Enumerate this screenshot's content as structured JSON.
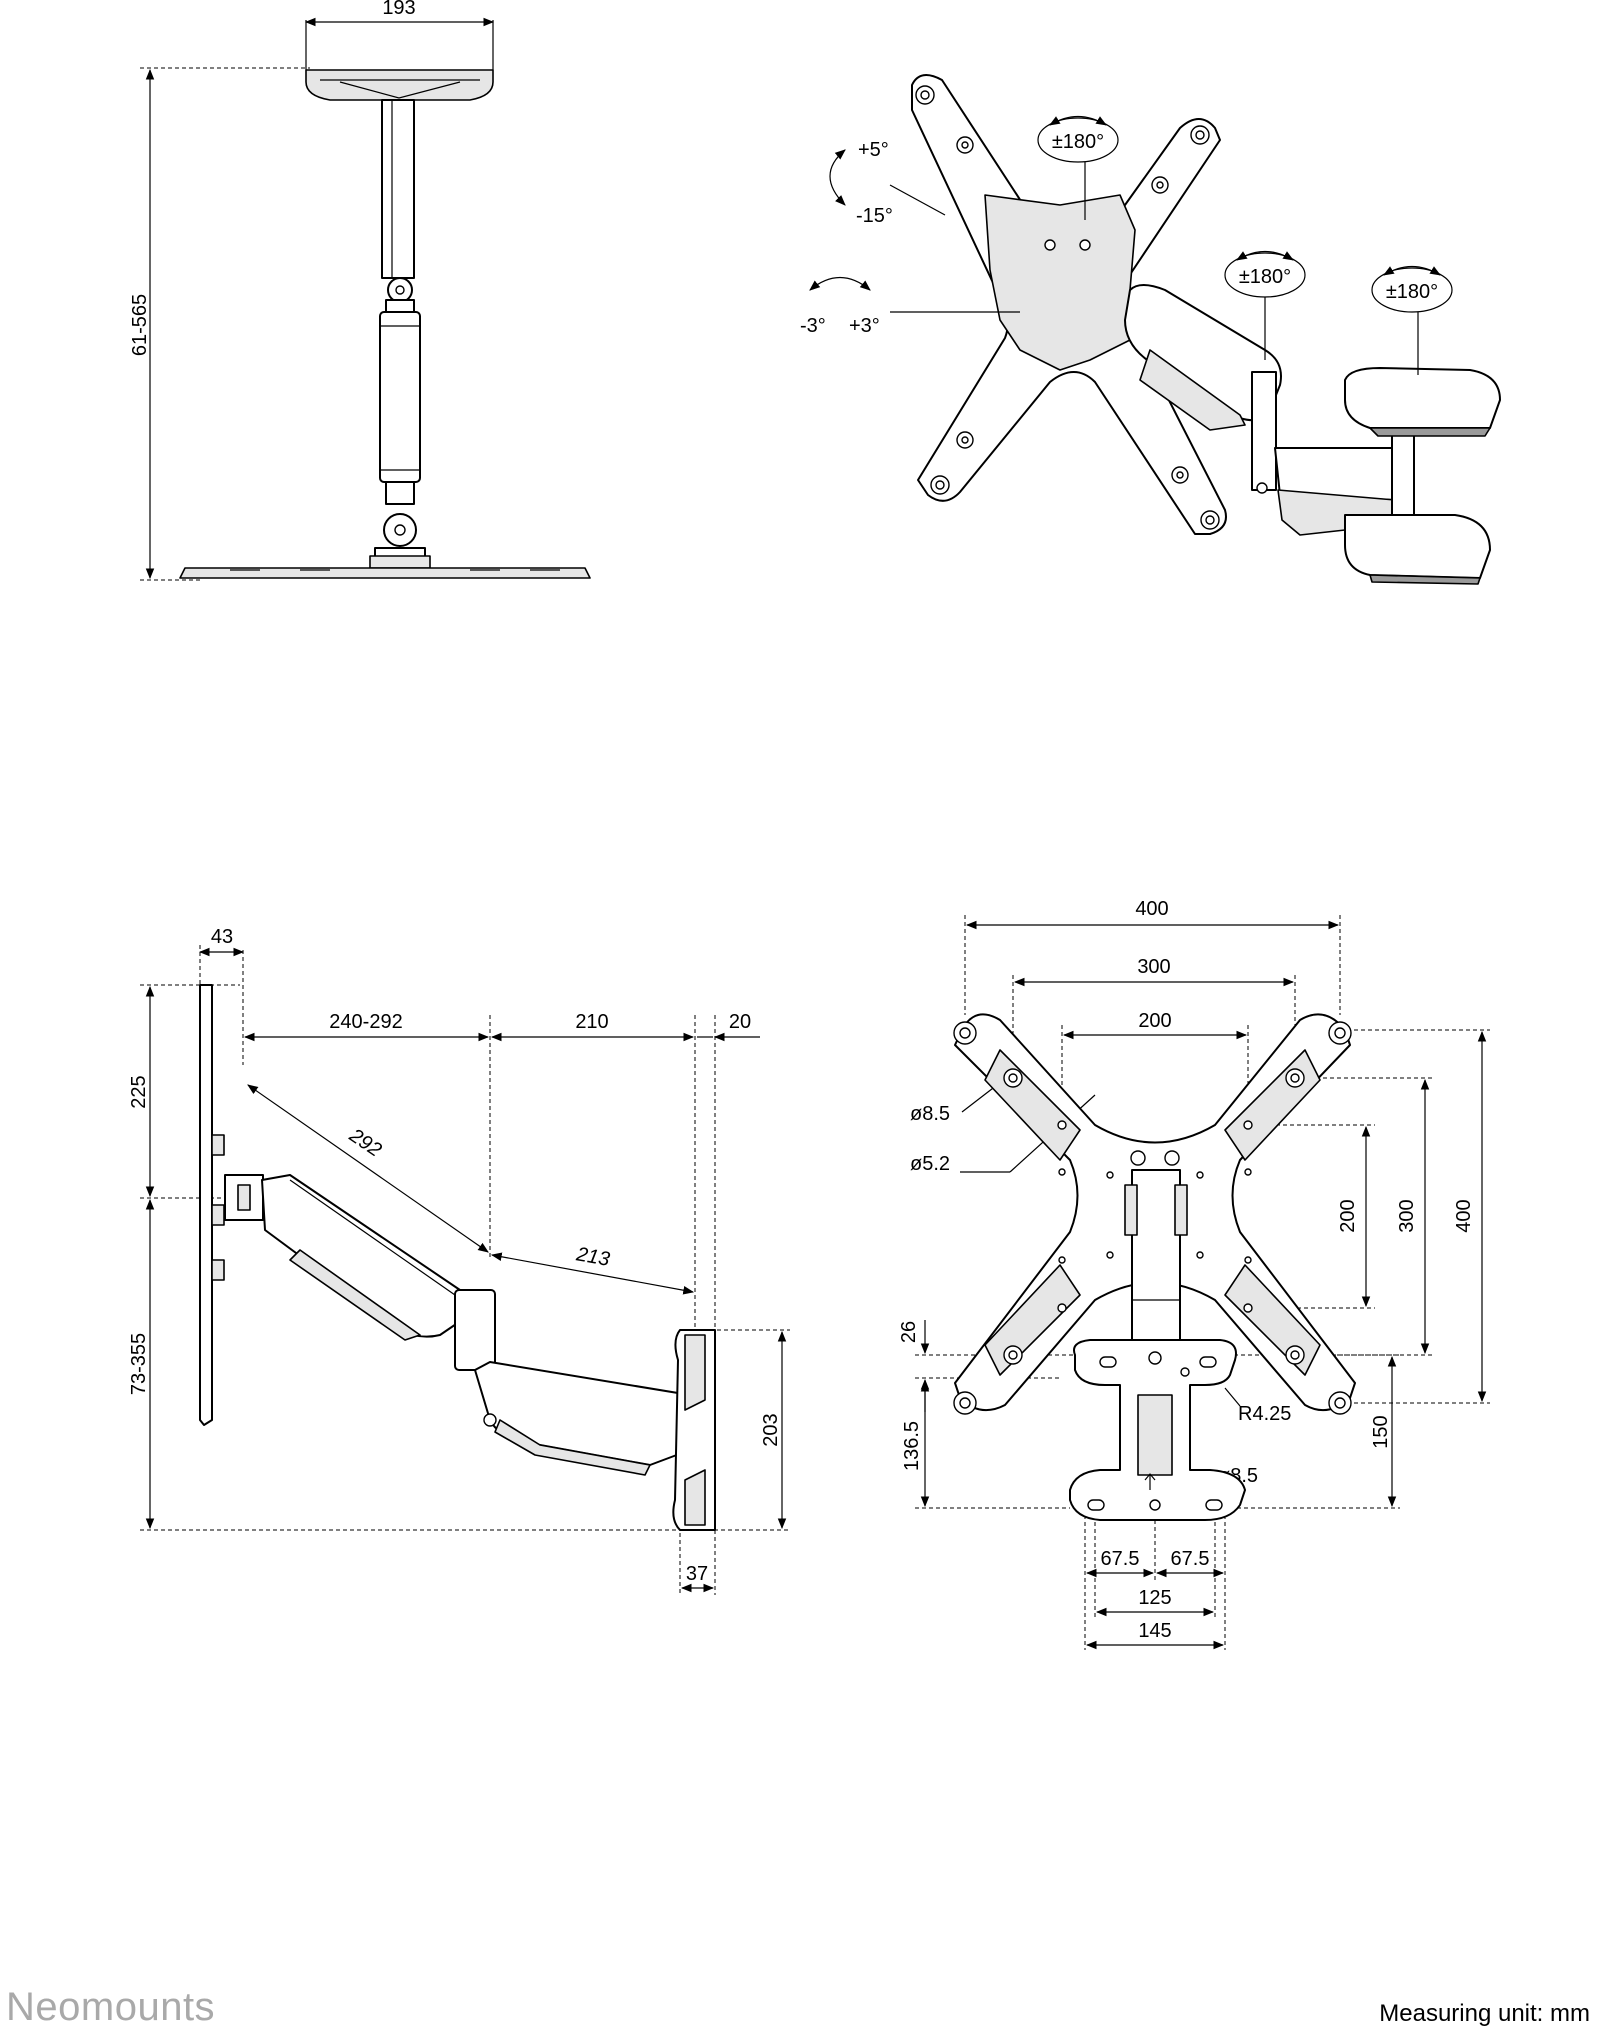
{
  "footer": {
    "brand": "Neomounts",
    "unit_note": "Measuring unit: mm"
  },
  "views": {
    "top_view": {
      "width": "193",
      "height_range": "61-565"
    },
    "perspective_view": {
      "tilt_up": "+5°",
      "tilt_down": "-15°",
      "rotate_left": "-3°",
      "rotate_right": "+3°",
      "swivel_plate": "±180°",
      "swivel_arm": "±180°",
      "swivel_wall": "±180°"
    },
    "side_view": {
      "plate_depth": "43",
      "upper_height": "225",
      "lower_height_range": "73-355",
      "arm_extension_range": "240-292",
      "arm_length_upper": "292",
      "arm_length_lower": "213",
      "lower_arm_reach": "210",
      "wall_plate_depth": "20",
      "wall_plate_height": "203",
      "wall_plate_thickness": "37"
    },
    "front_view": {
      "vesa_400": "400",
      "vesa_300": "300",
      "vesa_200": "200",
      "hole_large": "ø8.5",
      "hole_small": "ø5.2",
      "vesa_200_v": "200",
      "vesa_300_v": "300",
      "vesa_400_v": "400",
      "offset_26": "26",
      "radius": "R4.25",
      "offset_136": "136.5",
      "height_150": "150",
      "wall_hole": "ø8.5",
      "half_spacing_left": "67.5",
      "half_spacing_right": "67.5",
      "spacing_125": "125",
      "spacing_145": "145"
    }
  }
}
